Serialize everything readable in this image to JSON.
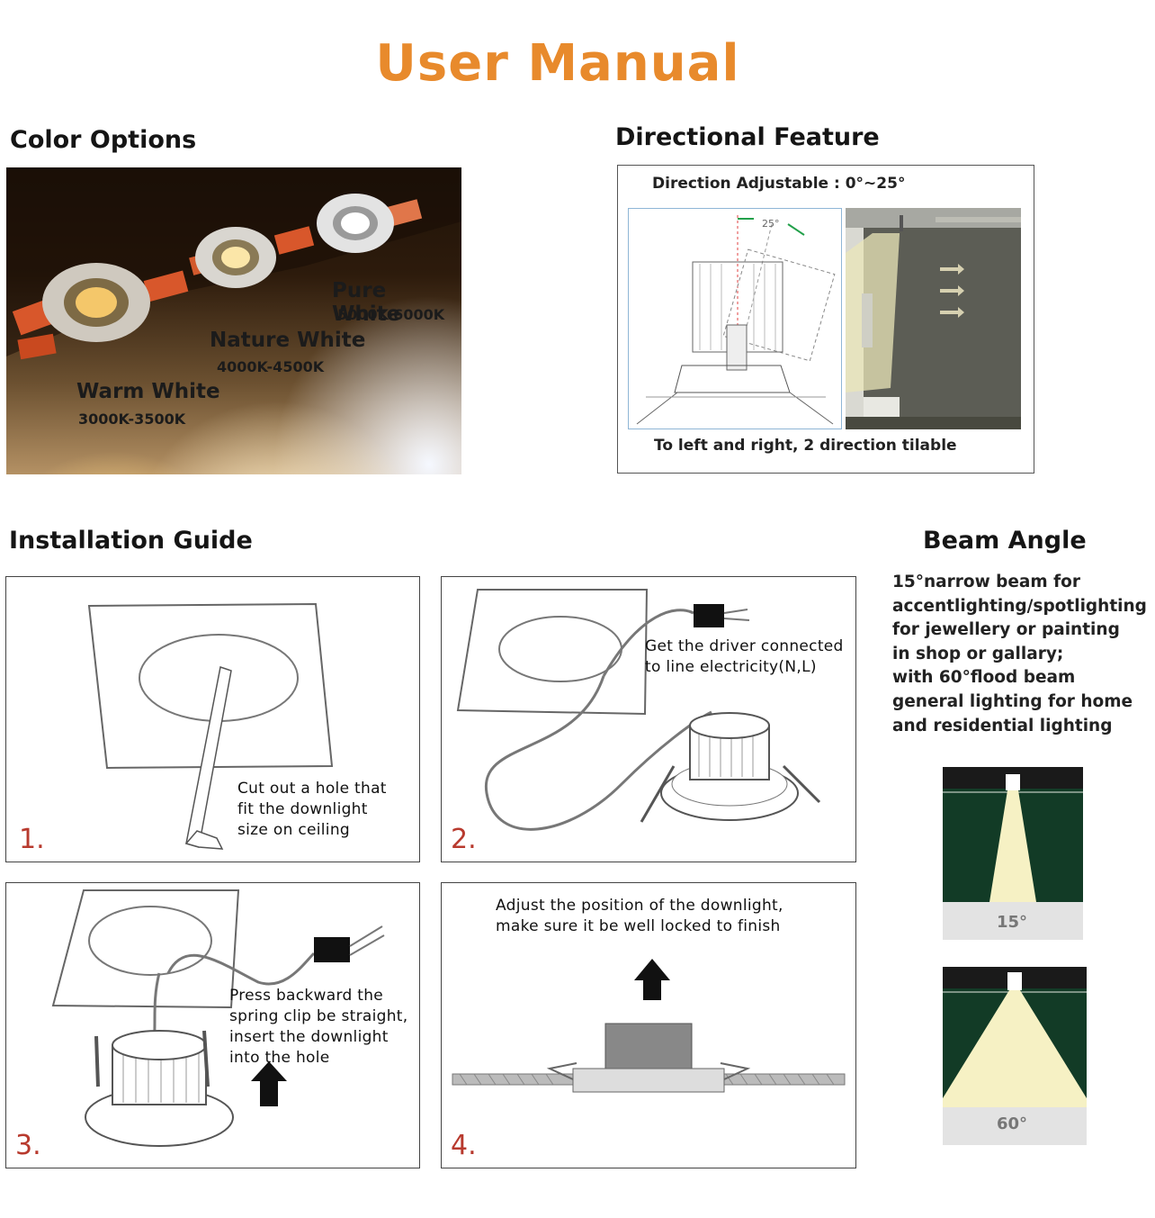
{
  "title": "User Manual",
  "color_options": {
    "heading": "Color Options",
    "items": [
      {
        "name": "Pure White",
        "temp": "5000K-6000K"
      },
      {
        "name": "Nature White",
        "temp": "4000K-4500K"
      },
      {
        "name": "Warm White",
        "temp": "3000K-3500K"
      }
    ]
  },
  "directional": {
    "heading": "Directional Feature",
    "adjust_label": "Direction Adjustable : 0°~25°",
    "angle_label": "25°",
    "caption": "To left and right, 2 direction tilable"
  },
  "installation": {
    "heading": "Installation Guide",
    "steps": [
      {
        "num": "1.",
        "lines": [
          "Cut out a hole that",
          "fit the downlight",
          "size on ceiling"
        ]
      },
      {
        "num": "2.",
        "lines": [
          "Get the driver connected",
          "to line electricity(N,L)"
        ]
      },
      {
        "num": "3.",
        "lines": [
          "Press backward the",
          "spring clip be straight,",
          "insert the downlight",
          "into the hole"
        ]
      },
      {
        "num": "4.",
        "lines": [
          "Adjust the position of the downlight,",
          "make sure it be well locked to finish"
        ]
      }
    ]
  },
  "beam_angle": {
    "heading": "Beam Angle",
    "lines": [
      "15°narrow beam for",
      "accentlighting/spotlighting",
      "for jewellery or painting",
      "in shop or gallary;",
      "with 60°flood beam",
      "general lighting for home",
      "and residential lighting"
    ],
    "labels": [
      "15°",
      "60°"
    ]
  },
  "colors": {
    "title": "#e88a2c",
    "step_number": "#b83a2e",
    "beam_wall": "#123b26",
    "beam_light": "#f6f1c4"
  }
}
